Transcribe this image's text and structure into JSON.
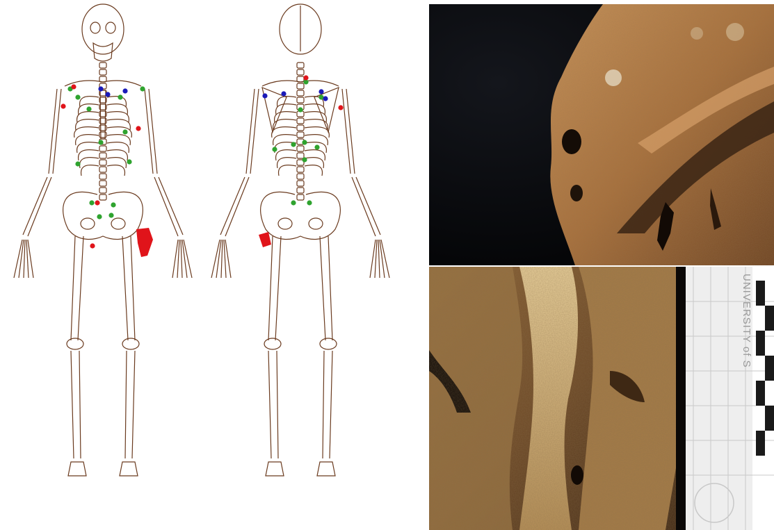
{
  "figure": {
    "left_panel": {
      "views": [
        "anterior",
        "posterior"
      ],
      "marker_colors": {
        "green": "#2fa32f",
        "red": "#e0141a",
        "blue": "#1a1ab8"
      },
      "bone_line_color": "#6a3a1e"
    },
    "photo_top": {
      "subject": "bone-lesions-closeup"
    },
    "photo_bottom": {
      "subject": "vertebral-lesion-closeup",
      "scale_label": "UNIVERSITY of S"
    }
  }
}
